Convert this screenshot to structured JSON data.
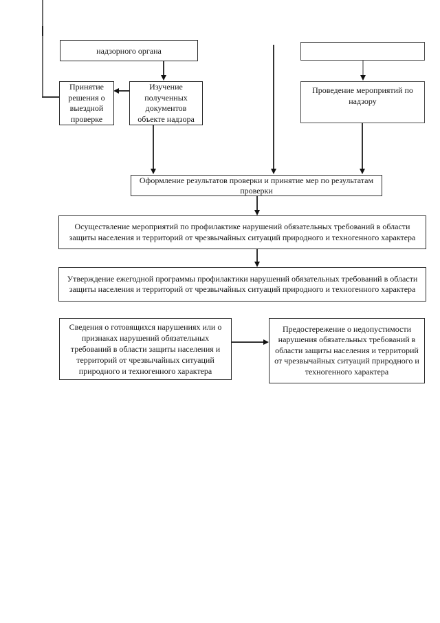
{
  "diagram": {
    "nodes": {
      "supervisory_body": {
        "label": "надзорного органа"
      },
      "top_right_empty": {
        "label": ""
      },
      "onsite_decision": {
        "label": "Принятие решения о выездной проверке"
      },
      "document_study": {
        "label": "Изучение полученных документов объекте надзора"
      },
      "supervision_activities": {
        "label": "Проведение мероприятий по надзору"
      },
      "results_registration": {
        "label": "Оформление результатов проверки и принятие мер по результатам проверки"
      },
      "prevention_activities": {
        "label": "Осуществление мероприятий по профилактике нарушений обязательных требований в области защиты населения и территорий от чрезвычайных ситуаций природного и техногенного характера"
      },
      "annual_program": {
        "label": "Утверждение ежегодной программы профилактики нарушений обязательных требований в области защиты населения и территорий от чрезвычайных ситуаций природного и техногенного характера"
      },
      "violation_info": {
        "label": "Сведения о готовящихся нарушениях или о признаках нарушений обязательных требований в области защиты населения и территорий от чрезвычайных ситуаций природного и техногенного характера"
      },
      "warning_notice": {
        "label": "Предостережение о недопустимости нарушения обязательных требований в области защиты населения и территорий от чрезвычайных ситуаций природного и техногенного характера"
      }
    },
    "edges": [
      {
        "from": "supervisory_body",
        "to": "document_study",
        "style": "arrow-down"
      },
      {
        "from": "document_study",
        "to": "onsite_decision",
        "style": "arrow-left"
      },
      {
        "from": "top_right_empty",
        "to": "supervision_activities",
        "style": "arrow-down-grey"
      },
      {
        "from": "document_study",
        "to": "results_registration",
        "style": "arrow-down"
      },
      {
        "from": "offscreen-top",
        "to": "results_registration",
        "style": "arrow-down"
      },
      {
        "from": "supervision_activities",
        "to": "results_registration",
        "style": "arrow-down"
      },
      {
        "from": "results_registration",
        "to": "prevention_activities",
        "style": "arrow-down"
      },
      {
        "from": "prevention_activities",
        "to": "annual_program",
        "style": "arrow-down"
      },
      {
        "from": "violation_info",
        "to": "warning_notice",
        "style": "arrow-right"
      },
      {
        "from": "offscreen-top-left",
        "to": "onsite_decision",
        "style": "elbow-line"
      }
    ],
    "colors": {
      "background": "#ffffff",
      "border": "#2a2a2a",
      "line": "#333333",
      "grey_line": "#9a9a9a",
      "text": "#141414"
    }
  }
}
